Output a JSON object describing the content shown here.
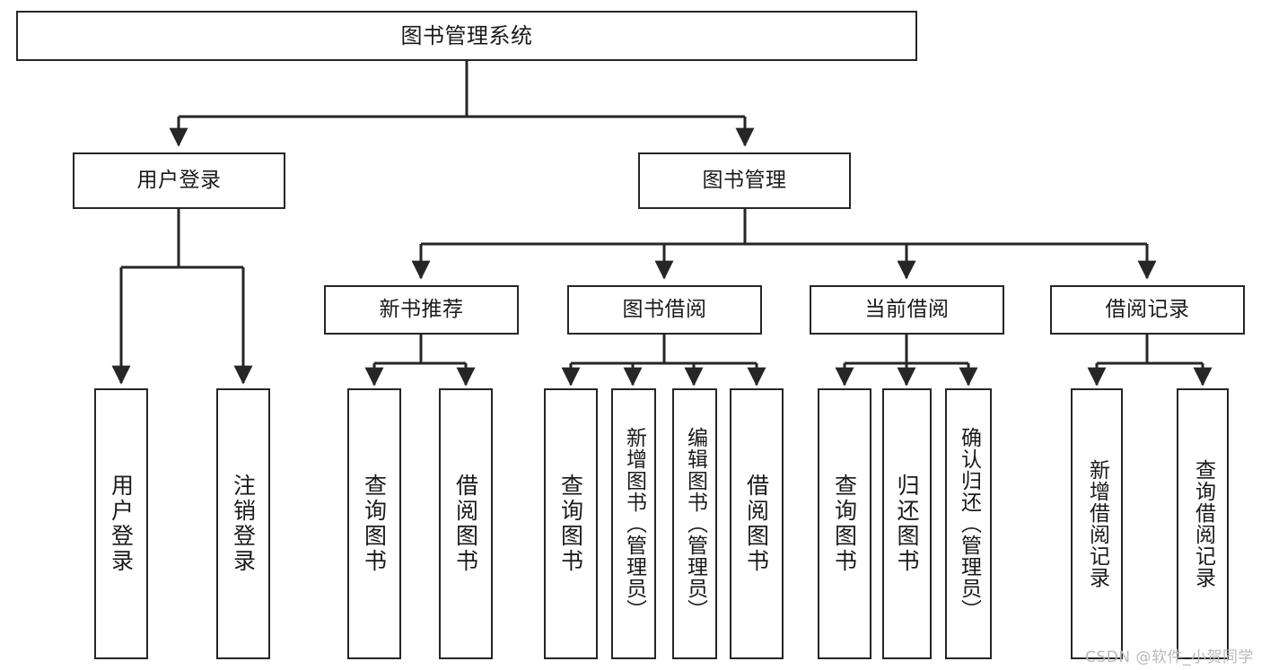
{
  "diagram": {
    "type": "tree",
    "title": "图书管理系统",
    "watermark": "CSDN @软件_小贺同学",
    "colors": {
      "background": "#ffffff",
      "node_border": "#262626",
      "node_fill": "#ffffff",
      "edge": "#262626",
      "text": "#1a1a1a",
      "watermark": "#b9b9b9"
    },
    "nodes": {
      "root": {
        "label": "图书管理系统"
      },
      "level2": [
        {
          "id": "user-login",
          "label": "用户登录"
        },
        {
          "id": "book-manage",
          "label": "图书管理"
        }
      ],
      "level3": [
        {
          "id": "new-book-rec",
          "label": "新书推荐"
        },
        {
          "id": "book-borrow",
          "label": "图书借阅"
        },
        {
          "id": "current-borrow",
          "label": "当前借阅"
        },
        {
          "id": "borrow-record",
          "label": "借阅记录"
        }
      ],
      "leaves": [
        {
          "id": "leaf-user-login",
          "label": "用户登录",
          "parent": "user-login"
        },
        {
          "id": "leaf-logout",
          "label": "注销登录",
          "parent": "user-login"
        },
        {
          "id": "leaf-query-book-1",
          "label": "查询图书",
          "parent": "new-book-rec"
        },
        {
          "id": "leaf-borrow-book-1",
          "label": "借阅图书",
          "parent": "new-book-rec"
        },
        {
          "id": "leaf-query-book-2",
          "label": "查询图书",
          "parent": "book-borrow"
        },
        {
          "id": "leaf-add-book",
          "label": "新增图书（管理员）",
          "parent": "book-borrow"
        },
        {
          "id": "leaf-edit-book",
          "label": "编辑图书（管理员）",
          "parent": "book-borrow"
        },
        {
          "id": "leaf-borrow-book-2",
          "label": "借阅图书",
          "parent": "book-borrow"
        },
        {
          "id": "leaf-query-book-3",
          "label": "查询图书",
          "parent": "current-borrow"
        },
        {
          "id": "leaf-return-book",
          "label": "归还图书",
          "parent": "current-borrow"
        },
        {
          "id": "leaf-confirm-return",
          "label": "确认归还（管理员）",
          "parent": "current-borrow"
        },
        {
          "id": "leaf-add-record",
          "label": "新增借阅记录",
          "parent": "borrow-record"
        },
        {
          "id": "leaf-query-record",
          "label": "查询借阅记录",
          "parent": "borrow-record"
        }
      ]
    }
  }
}
